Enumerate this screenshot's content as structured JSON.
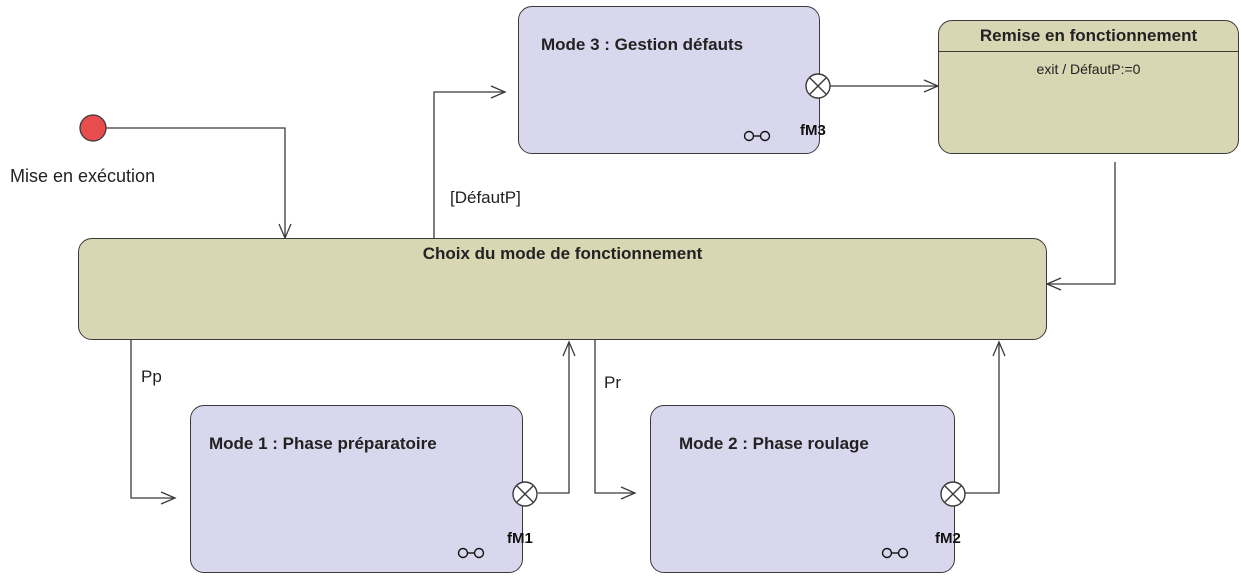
{
  "initial": {
    "label": "Mise en exécution"
  },
  "main_state": {
    "title": "Choix du mode de fonctionnement"
  },
  "mode3": {
    "title": "Mode 3 : Gestion défauts",
    "exit_point": "fM3"
  },
  "remise": {
    "title": "Remise en fonctionnement",
    "action": "exit / DéfautP:=0"
  },
  "mode1": {
    "title": "Mode 1 : Phase préparatoire",
    "exit_point": "fM1"
  },
  "mode2": {
    "title": "Mode 2 : Phase roulage",
    "exit_point": "fM2"
  },
  "transitions": {
    "defaut_guard": "[DéfautP]",
    "pp": "Pp",
    "pr": "Pr"
  },
  "colors": {
    "mode_fill": "#d9d7ee",
    "state_fill": "#d8d6b3",
    "initial_fill": "#e84c4c",
    "line": "#3a3a3a"
  }
}
